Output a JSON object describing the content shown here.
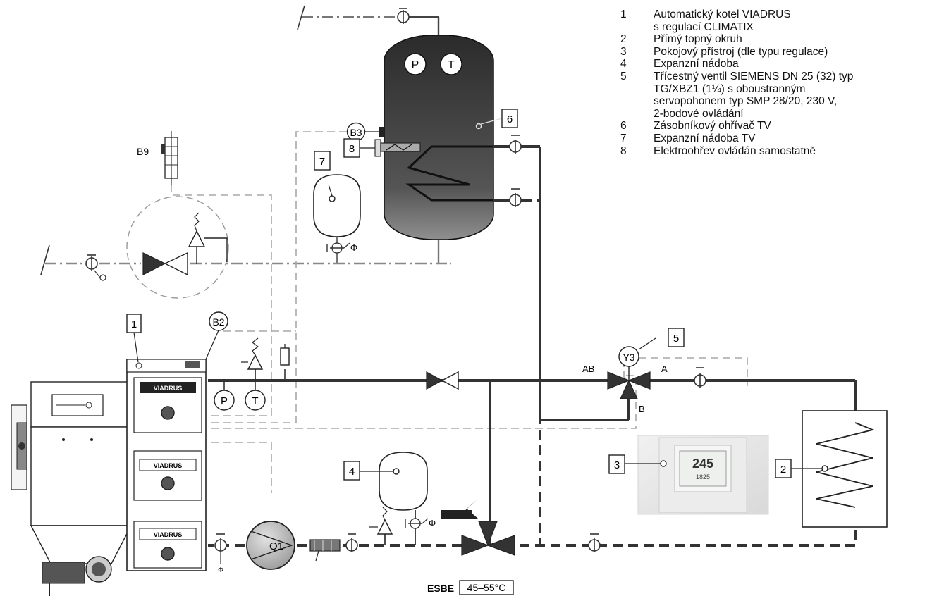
{
  "legend": [
    {
      "num": "1",
      "lines": [
        "Automatický kotel VIADRUS",
        "s regulací CLIMATIX"
      ]
    },
    {
      "num": "2",
      "lines": [
        "Přímý topný okruh"
      ]
    },
    {
      "num": "3",
      "lines": [
        "Pokojový přístroj (dle typu regulace)"
      ]
    },
    {
      "num": "4",
      "lines": [
        "Expanzní nádoba"
      ]
    },
    {
      "num": "5",
      "lines": [
        "Třícestný ventil SIEMENS DN 25 (32) typ",
        "TG/XBZ1 (1¼) s oboustranným",
        "servopohonem typ SMP 28/20, 230 V,",
        "2-bodové ovládání"
      ]
    },
    {
      "num": "6",
      "lines": [
        "Zásobníkový ohřívač TV"
      ]
    },
    {
      "num": "7",
      "lines": [
        "Expanzní nádoba TV"
      ]
    },
    {
      "num": "8",
      "lines": [
        "Elektroohřev ovládán samostatně"
      ]
    }
  ],
  "diagram": {
    "boiler_brand": "VIADRUS",
    "tank_gauges": {
      "pressure": "P",
      "temperature": "T"
    },
    "boiler_gauges": {
      "pressure": "P",
      "temperature": "T"
    },
    "sensors": {
      "b2": "B2",
      "b3": "B3",
      "b9": "B9",
      "y3": "Y3"
    },
    "pump_label": "Q1",
    "callouts": {
      "c1": "1",
      "c2": "2",
      "c3": "3",
      "c4": "4",
      "c5": "5",
      "c6": "6",
      "c7": "7",
      "c8": "8"
    },
    "valve_ports": {
      "ab": "AB",
      "a": "A",
      "b": "B"
    },
    "mixing_valve": {
      "brand": "ESBE",
      "range": "45–55°C"
    },
    "thermostat_display": {
      "main": "245",
      "sub": "1825"
    }
  },
  "colors": {
    "pipe": "#333333",
    "signal_line": "#9a9a9a",
    "tank_dark": "#2f2f2f",
    "tank_light": "#8a8a8a",
    "pump": "#bdbdbd",
    "thermostat_bg": "#e6e6e6"
  }
}
